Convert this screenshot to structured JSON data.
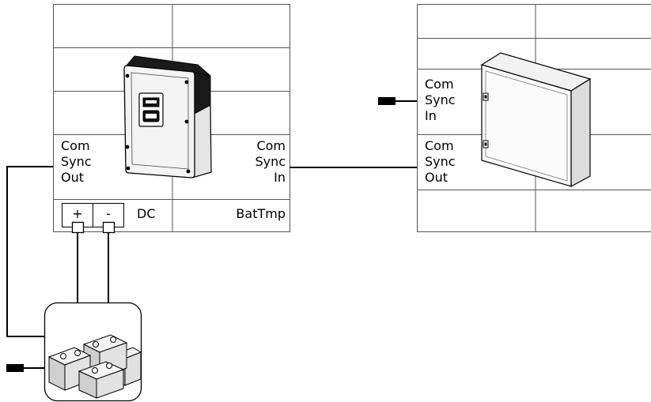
{
  "left_unit": {
    "com_sync_out": [
      "Com",
      "Sync",
      "Out"
    ],
    "com_sync_in": [
      "Com",
      "Sync",
      "In"
    ],
    "dc_plus": "+",
    "dc_minus": "-",
    "dc_label": "DC",
    "battery_temp_label": "BatTmp"
  },
  "right_unit": {
    "com_sync_in": [
      "Com",
      "Sync",
      "In"
    ],
    "com_sync_out": [
      "Com",
      "Sync",
      "Out"
    ]
  },
  "icons": {
    "inverter": "inverter-device-icon",
    "cabinet": "switch-cabinet-icon",
    "battery": "battery-bank-icon",
    "terminator_1": "terminator-plug-icon",
    "terminator_2": "terminator-plug-icon"
  }
}
